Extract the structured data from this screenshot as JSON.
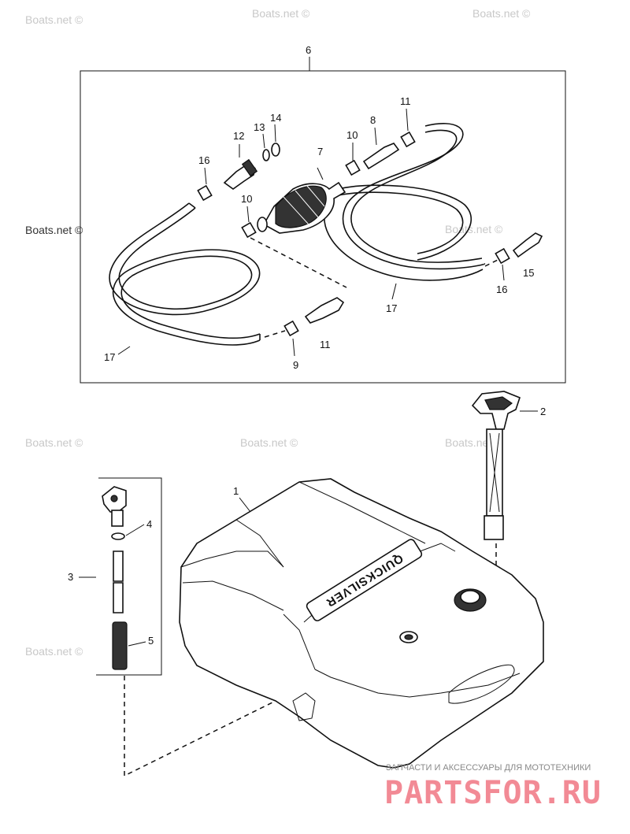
{
  "watermark": "Boats.net ©",
  "labels": {
    "p1": "1",
    "p2": "2",
    "p3": "3",
    "p4": "4",
    "p5": "5",
    "p6": "6",
    "p7": "7",
    "p8": "8",
    "p9": "9",
    "p10a": "10",
    "p10b": "10",
    "p11a": "11",
    "p11b": "11",
    "p12": "12",
    "p13": "13",
    "p14": "14",
    "p15": "15",
    "p16a": "16",
    "p16b": "16",
    "p17a": "17",
    "p17b": "17"
  },
  "tank_brand": "QUICKSILVER",
  "footer": {
    "subtitle": "ЗАПЧАСТИ И АКСЕССУАРЫ ДЛЯ МОТОТЕХНИКИ",
    "logo": "PARTSFOR.RU"
  }
}
